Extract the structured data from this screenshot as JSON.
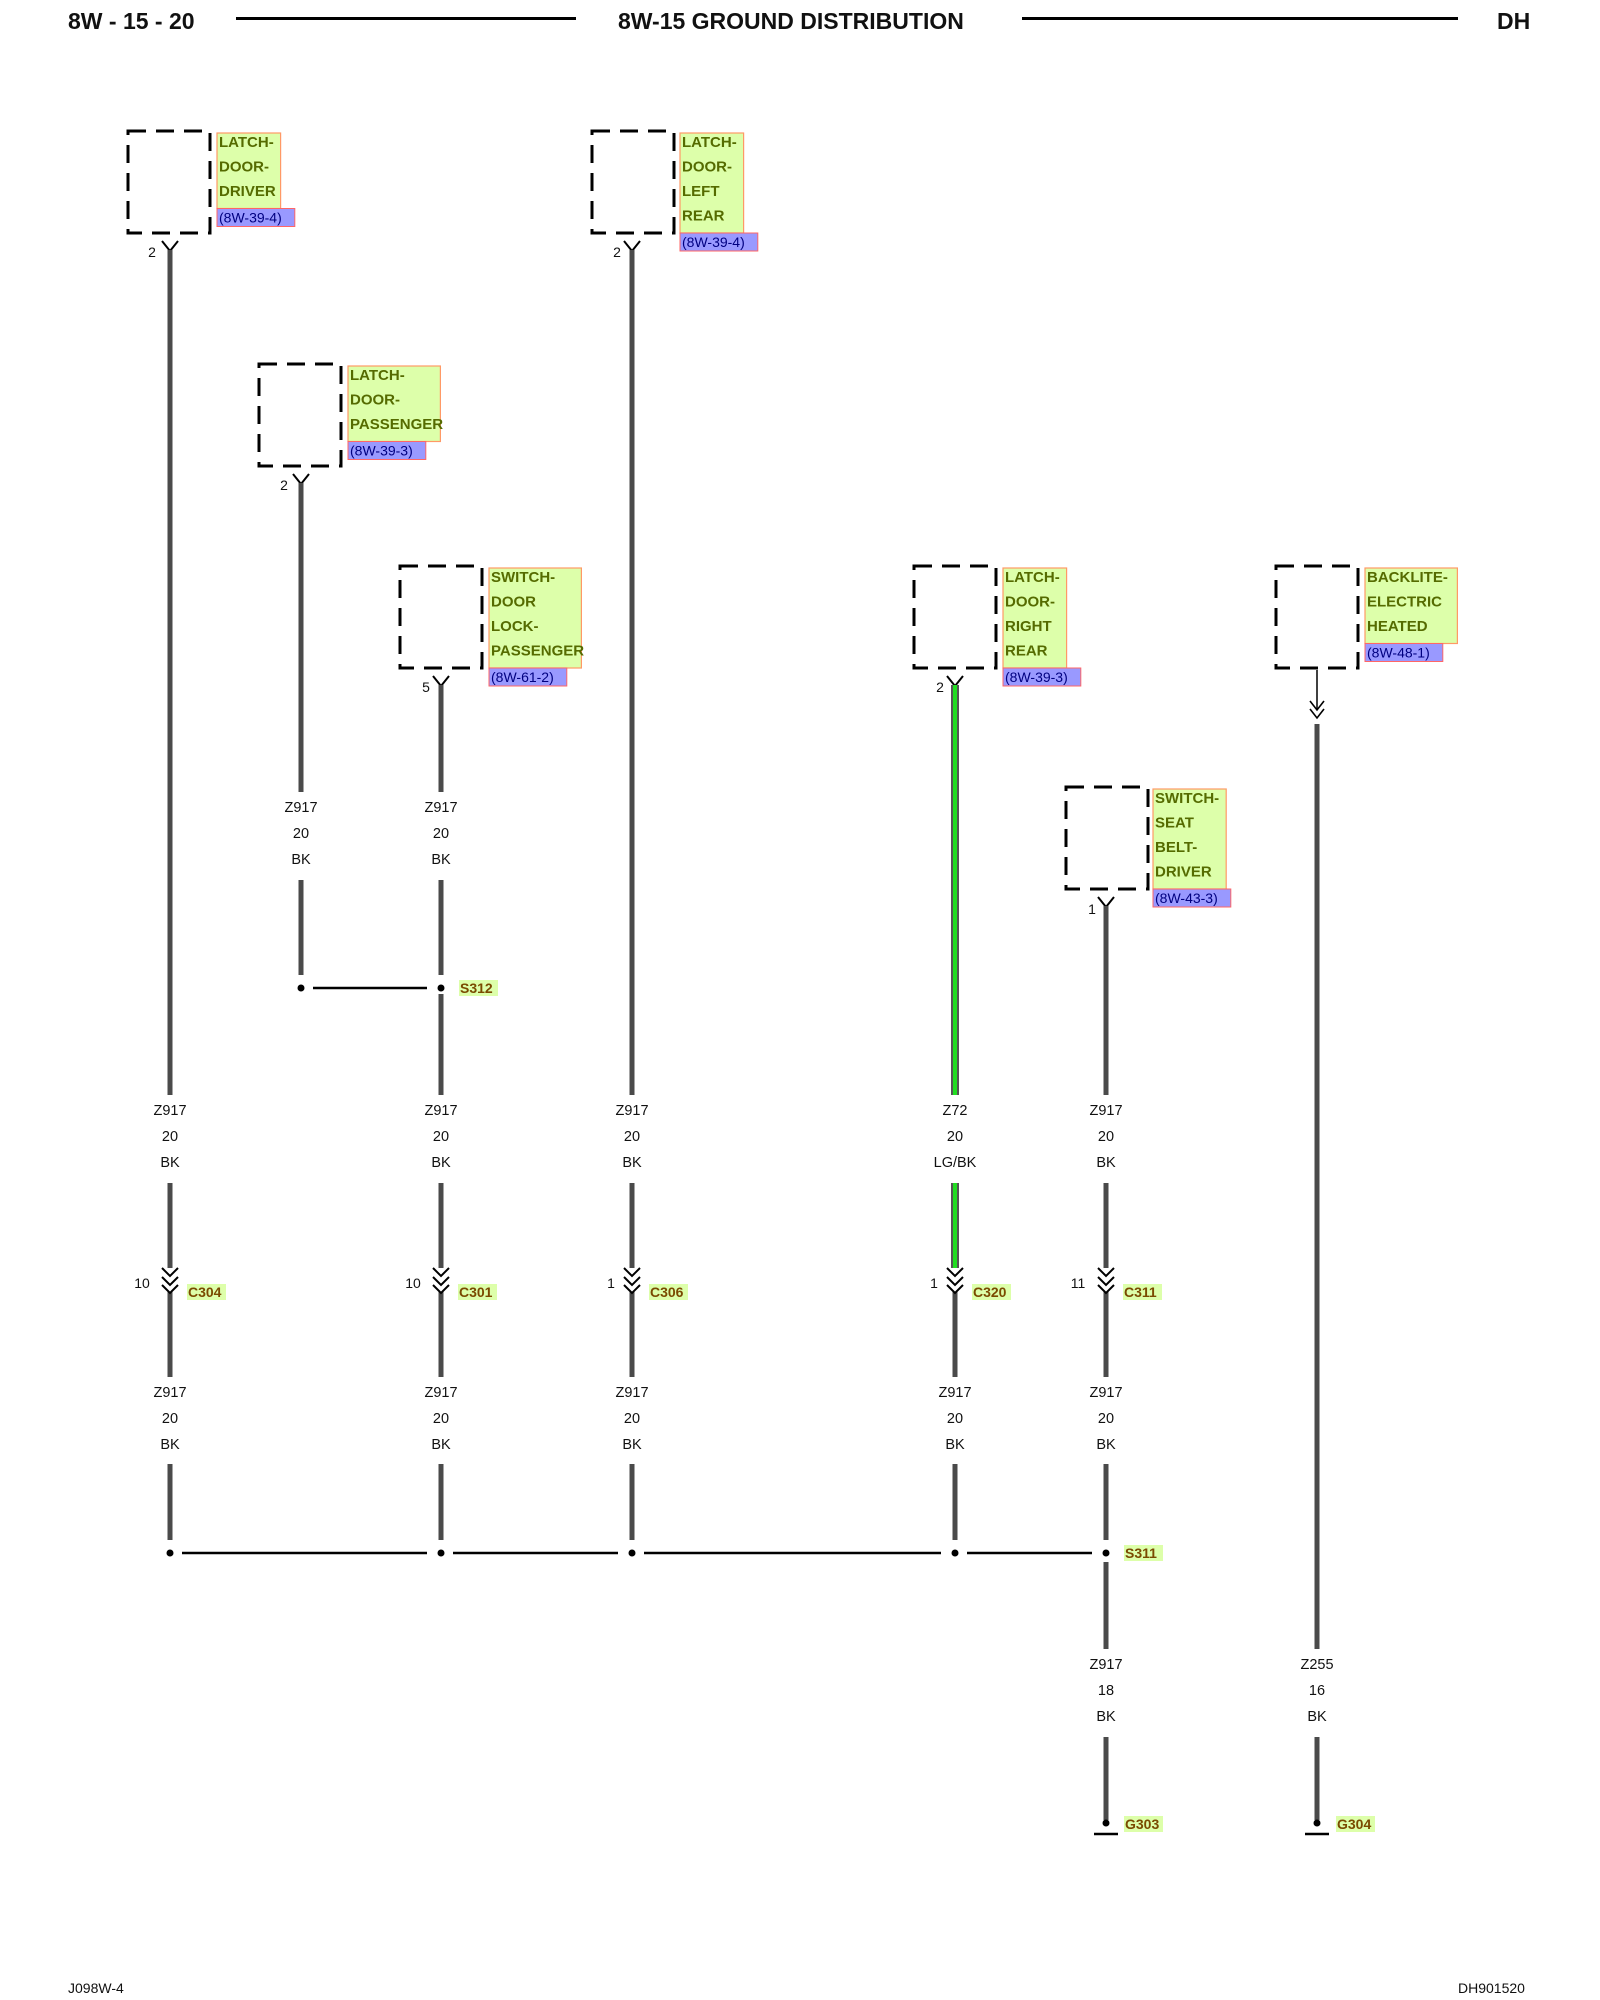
{
  "header": {
    "page_number": "8W - 15 - 20",
    "title": "8W-15 GROUND DISTRIBUTION",
    "model": "DH"
  },
  "footer": {
    "left": "J098W-4",
    "right": "DH901520"
  },
  "colors": {
    "wire": "#4a4a4a",
    "green_wire": "#22dd22",
    "component_label_fill": "#ddffaa",
    "component_label_border": "#ff9966",
    "component_label_text": "#556b00",
    "ref_fill": "#9999ff",
    "ref_text": "#000080",
    "node_label_fill": "#ddffaa",
    "node_label_text": "#7a4a00"
  },
  "components": [
    {
      "id": "latch-door-driver",
      "name_lines": [
        "LATCH-",
        "DOOR-",
        "DRIVER"
      ],
      "ref": "(8W-39-4)",
      "pin": "2"
    },
    {
      "id": "latch-door-left-rear",
      "name_lines": [
        "LATCH-",
        "DOOR-",
        "LEFT",
        "REAR"
      ],
      "ref": "(8W-39-4)",
      "pin": "2"
    },
    {
      "id": "latch-door-passenger",
      "name_lines": [
        "LATCH-",
        "DOOR-",
        "PASSENGER"
      ],
      "ref": "(8W-39-3)",
      "pin": "2"
    },
    {
      "id": "switch-door-lock-passenger",
      "name_lines": [
        "SWITCH-",
        "DOOR",
        "LOCK-",
        "PASSENGER"
      ],
      "ref": "(8W-61-2)",
      "pin": "5"
    },
    {
      "id": "latch-door-right-rear",
      "name_lines": [
        "LATCH-",
        "DOOR-",
        "RIGHT",
        "REAR"
      ],
      "ref": "(8W-39-3)",
      "pin": "2"
    },
    {
      "id": "backlite-electric-heated",
      "name_lines": [
        "BACKLITE-",
        "ELECTRIC",
        "HEATED"
      ],
      "ref": "(8W-48-1)",
      "pin": ""
    },
    {
      "id": "switch-seat-belt-driver",
      "name_lines": [
        "SWITCH-",
        "SEAT",
        "BELT-",
        "DRIVER"
      ],
      "ref": "(8W-43-3)",
      "pin": "1"
    }
  ],
  "wire_labels": [
    {
      "id": "passenger-upper",
      "circuit": "Z917",
      "gauge": "20",
      "color": "BK"
    },
    {
      "id": "dl-switch-upper",
      "circuit": "Z917",
      "gauge": "20",
      "color": "BK"
    },
    {
      "id": "driver-upper",
      "circuit": "Z917",
      "gauge": "20",
      "color": "BK"
    },
    {
      "id": "s312-out",
      "circuit": "Z917",
      "gauge": "20",
      "color": "BK"
    },
    {
      "id": "left-rear-upper",
      "circuit": "Z917",
      "gauge": "20",
      "color": "BK"
    },
    {
      "id": "right-rear-upper",
      "circuit": "Z72",
      "gauge": "20",
      "color": "LG/BK"
    },
    {
      "id": "seatbelt-upper",
      "circuit": "Z917",
      "gauge": "20",
      "color": "BK"
    },
    {
      "id": "driver-lower",
      "circuit": "Z917",
      "gauge": "20",
      "color": "BK"
    },
    {
      "id": "c301-lower",
      "circuit": "Z917",
      "gauge": "20",
      "color": "BK"
    },
    {
      "id": "left-rear-lower",
      "circuit": "Z917",
      "gauge": "20",
      "color": "BK"
    },
    {
      "id": "right-rear-lower",
      "circuit": "Z917",
      "gauge": "20",
      "color": "BK"
    },
    {
      "id": "seatbelt-lower",
      "circuit": "Z917",
      "gauge": "20",
      "color": "BK"
    },
    {
      "id": "s311-out",
      "circuit": "Z917",
      "gauge": "18",
      "color": "BK"
    },
    {
      "id": "backlite-out",
      "circuit": "Z255",
      "gauge": "16",
      "color": "BK"
    }
  ],
  "connectors": [
    {
      "id": "C304",
      "pin": "10"
    },
    {
      "id": "C301",
      "pin": "10"
    },
    {
      "id": "C306",
      "pin": "1"
    },
    {
      "id": "C320",
      "pin": "1"
    },
    {
      "id": "C311",
      "pin": "11"
    }
  ],
  "splices": [
    {
      "id": "S312"
    },
    {
      "id": "S311"
    }
  ],
  "grounds": [
    {
      "id": "G303"
    },
    {
      "id": "G304"
    }
  ]
}
